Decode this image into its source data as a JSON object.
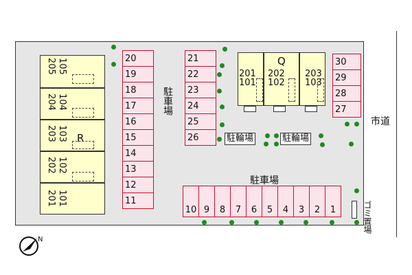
{
  "road": {
    "label": "市道"
  },
  "building_r": {
    "name": "R",
    "units": [
      {
        "upper": "205",
        "lower": "105"
      },
      {
        "upper": "204",
        "lower": "104"
      },
      {
        "upper": "203",
        "lower": "103"
      },
      {
        "upper": "202",
        "lower": "102"
      },
      {
        "upper": "201",
        "lower": "101"
      }
    ]
  },
  "building_q": {
    "name": "Q",
    "units": [
      {
        "upper": "201",
        "lower": "101"
      },
      {
        "upper": "202",
        "lower": "102"
      },
      {
        "upper": "203",
        "lower": "103"
      }
    ]
  },
  "parking_label_west": "駐車場",
  "parking_label_south": "駐車場",
  "bicycle_labels": [
    "駐輪場",
    "駐輪場"
  ],
  "garbage_label": "ゴミ置場",
  "compass": {
    "label": "N"
  },
  "spaces": {
    "col_left": [
      "20",
      "19",
      "18",
      "17",
      "16",
      "15",
      "14",
      "13",
      "12",
      "11"
    ],
    "col_mid": [
      "21",
      "22",
      "23",
      "24",
      "25",
      "26"
    ],
    "col_right": [
      "30",
      "29",
      "28",
      "27"
    ],
    "row_bottom": [
      "10",
      "9",
      "8",
      "7",
      "6",
      "5",
      "4",
      "3",
      "2",
      "1"
    ]
  },
  "colors": {
    "parking_fill": "#fbe4ea",
    "parking_border": "#c8102e",
    "building_fill": "#ffffcc",
    "tree": "#1e8a1e",
    "lot": "#e6e6e6"
  }
}
